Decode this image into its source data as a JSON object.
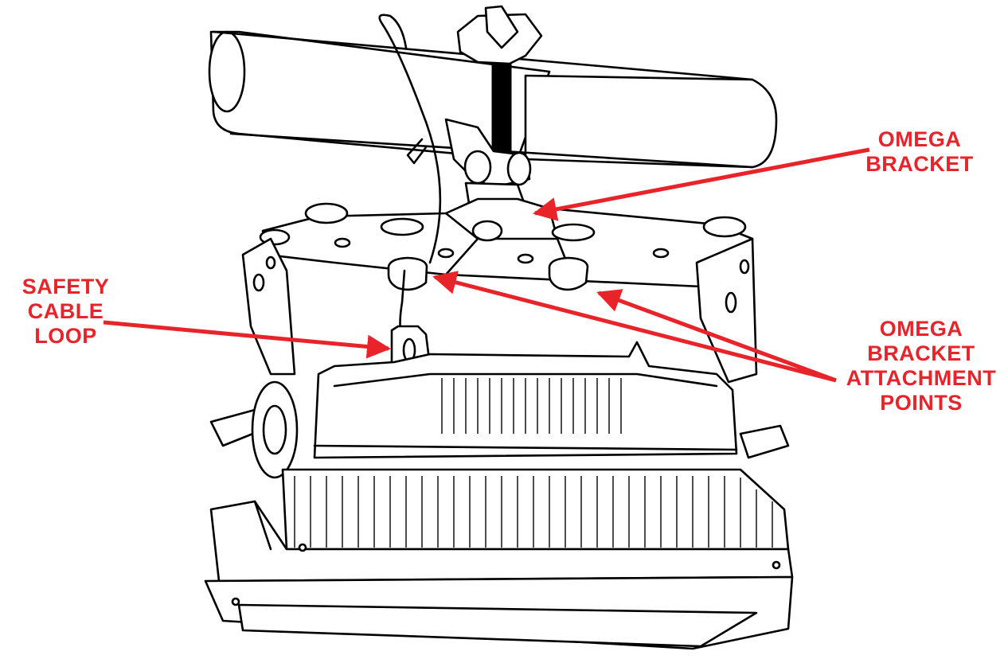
{
  "labels": {
    "omega_bracket": {
      "line1": "OMEGA",
      "line2": "BRACKET"
    },
    "safety_cable_loop": {
      "line1": "SAFETY",
      "line2": "CABLE",
      "line3": "LOOP"
    },
    "omega_bracket_attachment_points": {
      "line1": "OMEGA",
      "line2": "BRACKET",
      "line3": "ATTACHMENT",
      "line4": "POINTS"
    }
  },
  "colors": {
    "callout": "#e8242a",
    "linework": "#000000",
    "background": "#ffffff"
  }
}
